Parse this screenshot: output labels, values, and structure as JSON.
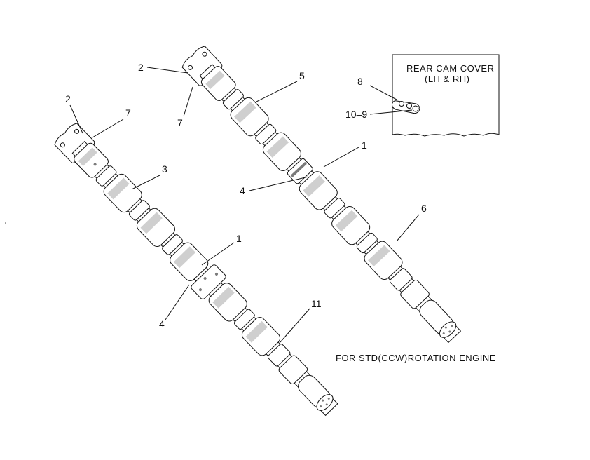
{
  "inset": {
    "title_line1": "REAR CAM COVER",
    "title_line2": "(LH & RH)"
  },
  "note": "FOR STD(CCW)ROTATION ENGINE",
  "callouts": {
    "upper_2": "2",
    "upper_7": "7",
    "upper_5": "5",
    "upper_1": "1",
    "upper_4": "4",
    "upper_6": "6",
    "lower_2": "2",
    "lower_7": "7",
    "lower_3": "3",
    "lower_1": "1",
    "lower_4": "4",
    "lower_11": "11",
    "inset_8": "8",
    "inset_10_9": "10–9"
  }
}
